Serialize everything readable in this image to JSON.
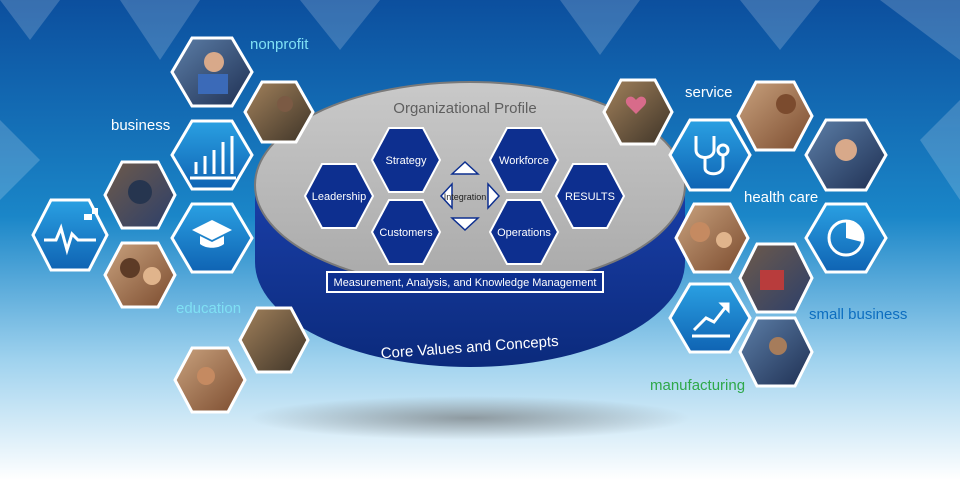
{
  "center": {
    "profile_title": "Organizational Profile",
    "hexagons": {
      "strategy": "Strategy",
      "leadership": "Leadership",
      "customers": "Customers",
      "workforce": "Workforce",
      "results": "RESULTS",
      "operations": "Operations"
    },
    "integration": "Integration",
    "measurement": "Measurement, Analysis, and Knowledge Management",
    "core_values": "Core Values and Concepts"
  },
  "sectors": {
    "nonprofit": "nonprofit",
    "business": "business",
    "education": "education",
    "service": "service",
    "health_care": "health care",
    "small_business": "small business",
    "manufacturing": "manufacturing"
  },
  "colors": {
    "navy": "#0d2f8f",
    "bg_blue": "#1a7fc2",
    "label_teal": "#7fe0f4",
    "manufacturing_green": "#2ea84a",
    "ellipse_gray": "#b8b8b8",
    "hex_icon_blue": "#1f86cf"
  },
  "icons": {
    "left": [
      "heart-rate-icon",
      "bar-chart-icon",
      "graduation-cap-icon"
    ],
    "right": [
      "stethoscope-icon",
      "pie-chart-icon",
      "growth-chart-icon"
    ]
  }
}
